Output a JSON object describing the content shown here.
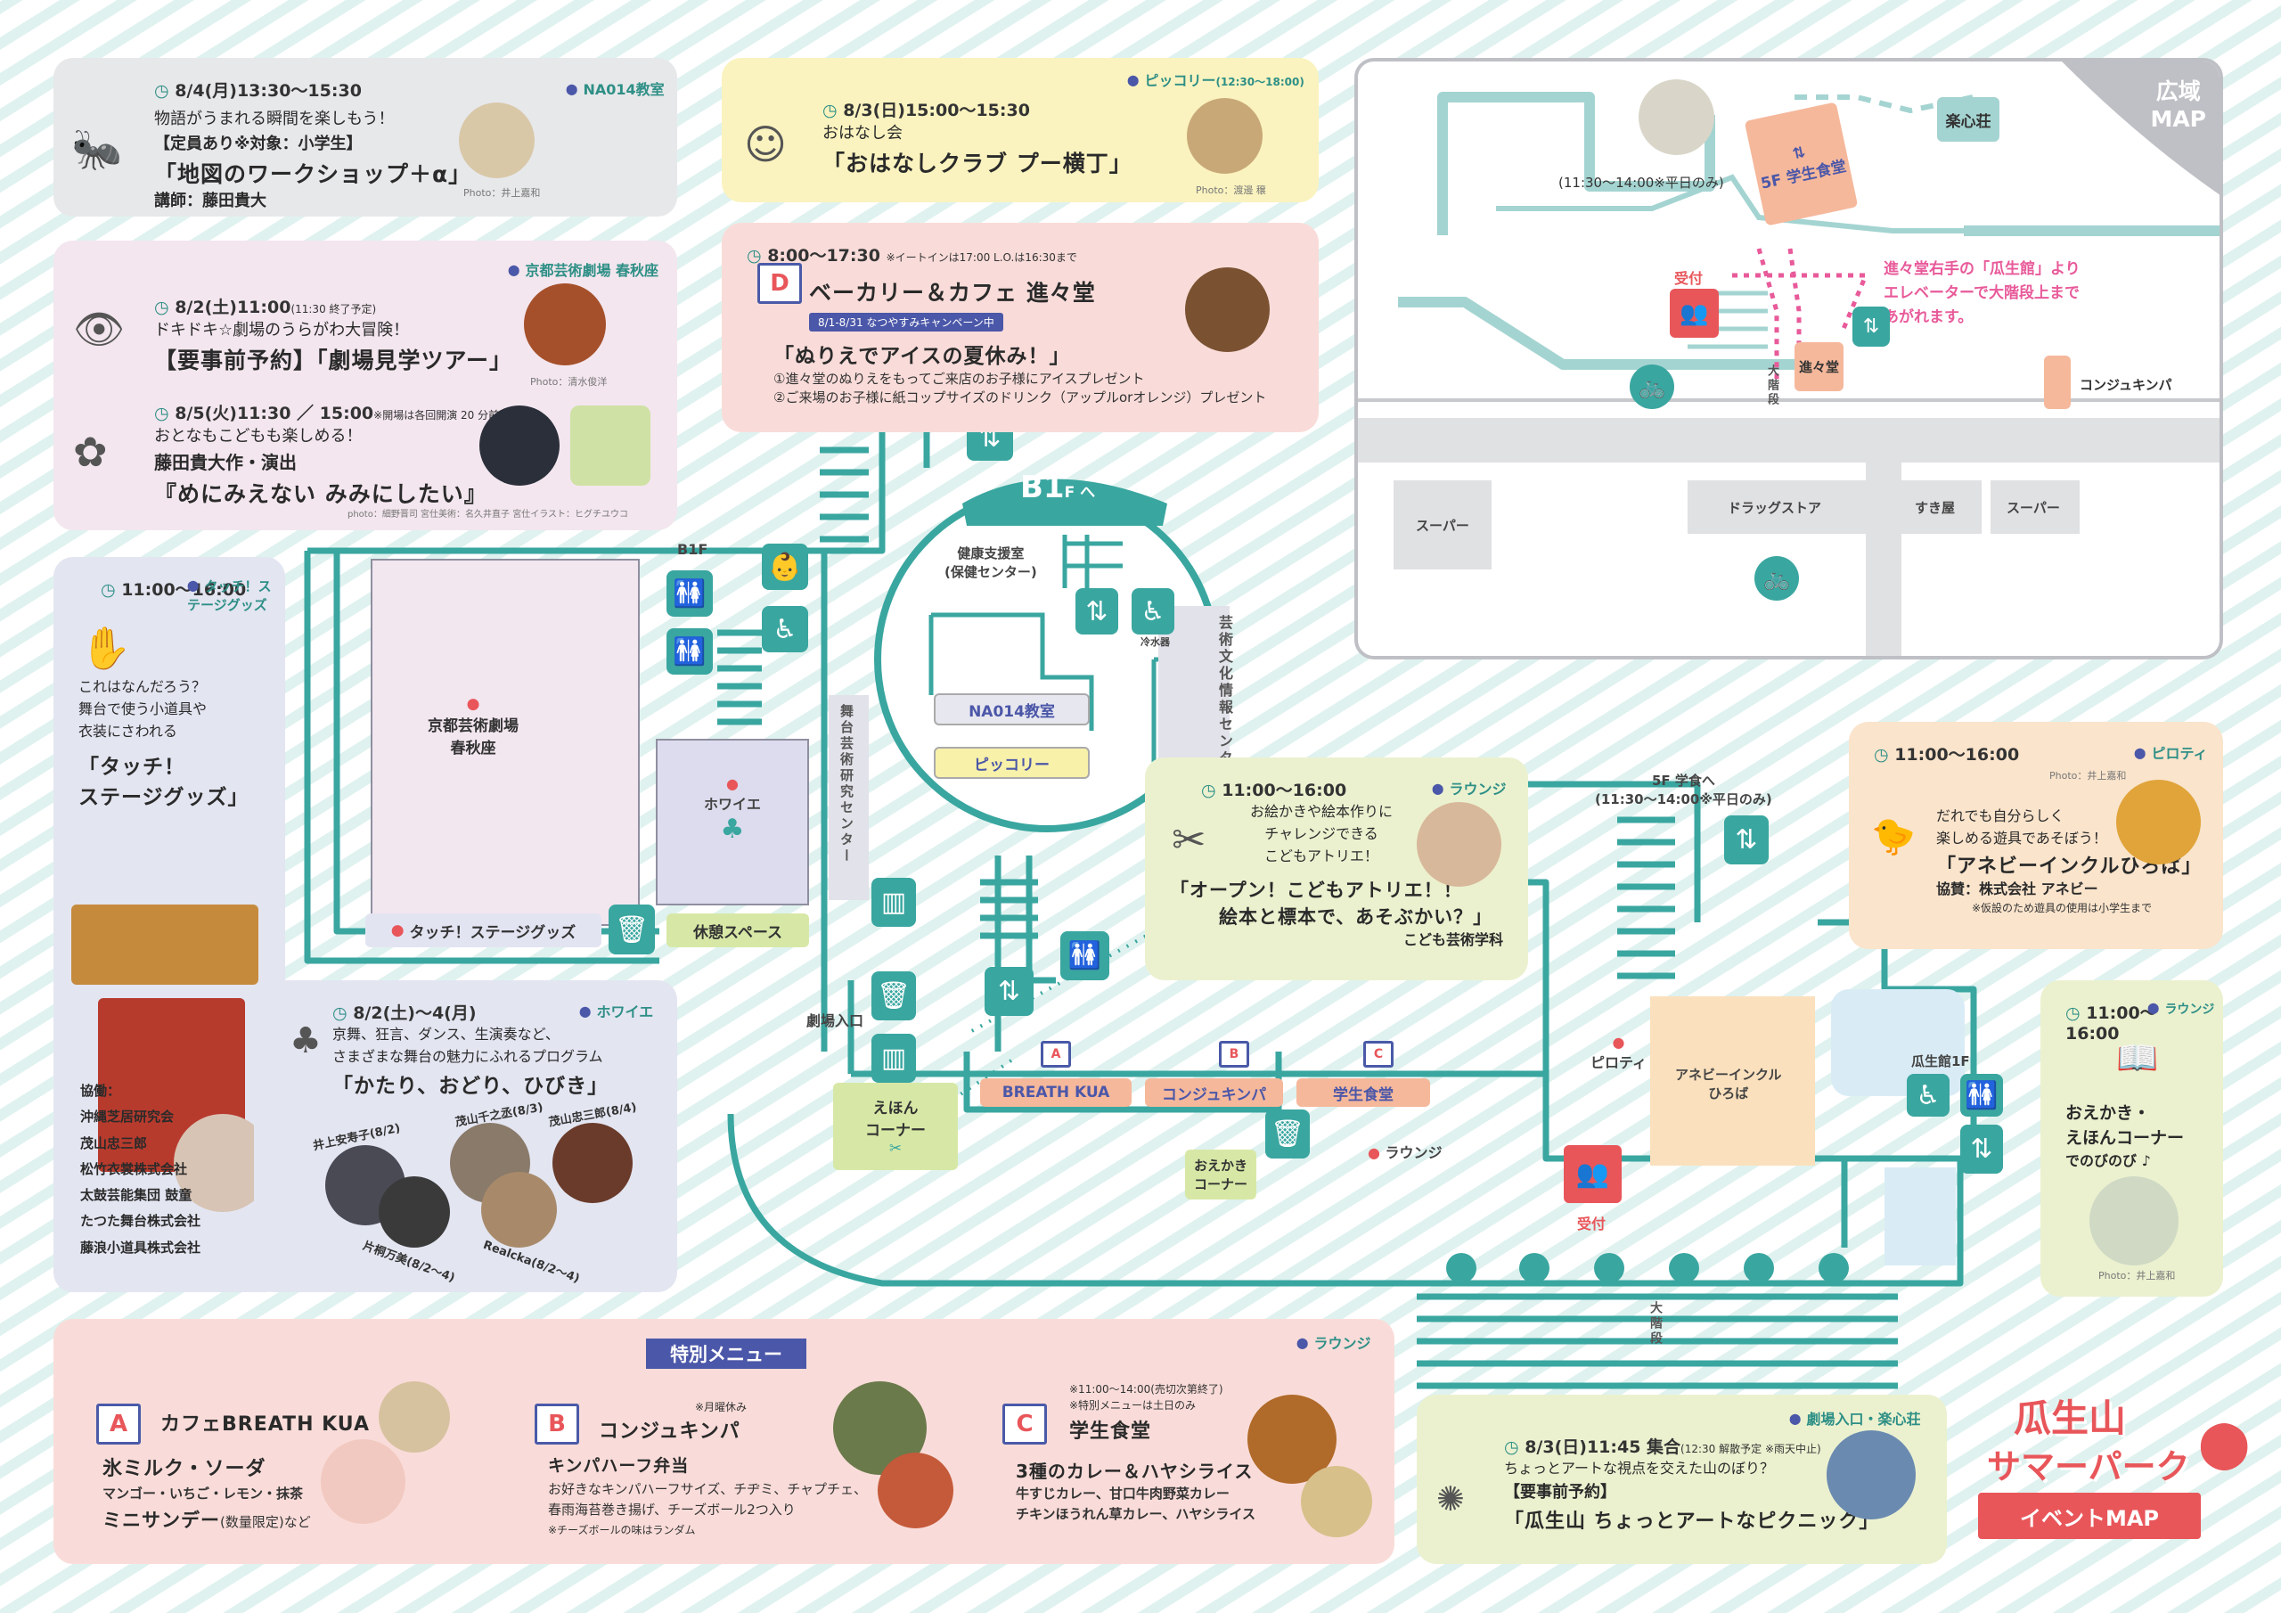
{
  "colors": {
    "teal": "#3aa6a0",
    "navy": "#4b57a8",
    "pink": "#e8565a",
    "orange": "#f4a58a"
  },
  "p1": {
    "time": "8/4(月)13:30～15:30",
    "loc": "NA014教室",
    "sub": "物語がうまれる瞬間を楽しもう！",
    "note": "【定員あり※対象：小学生】",
    "title": "「地図のワークショップ＋α」",
    "lead": "講師：藤田貴大",
    "credit": "Photo：井上嘉和"
  },
  "p2": {
    "time": "8/3(日)15:00～15:30",
    "loc": "ピッコリー",
    "loc_time": "(12:30～18:00)",
    "sub": "おはなし会",
    "title": "「おはなしクラブ プー横丁」",
    "credit": "Photo：渡邊 穣"
  },
  "p3": {
    "loc": "京都芸術劇場 春秋座",
    "time1": "8/2(土)11:00",
    "time1_note": "(11:30 終了予定)",
    "sub1": "ドキドキ☆劇場のうらがわ大冒険！",
    "title1": "【要事前予約】「劇場見学ツアー」",
    "credit1": "Photo：清水俊洋",
    "time2": "8/5(火)11:30 ／ 15:00",
    "time2_note": "※開場は各回開演 20 分前",
    "sub2": "おとなもこどもも楽しめる！",
    "lead2": "藤田貴大作・演出",
    "title2": "『めにみえない みみにしたい』",
    "credit2": "photo：細野晋司 宮仕美術：名久井直子 宮仕イラスト：ヒグチユウコ"
  },
  "p4": {
    "time": "8:00～17:30",
    "time_note": "※イートインは17:00 L.O.は16:30まで",
    "flag": "D",
    "title": "ベーカリー＆カフェ 進々堂",
    "campaign": "8/1-8/31 なつやすみキャンペーン中",
    "headline": "「ぬりえでアイスの夏休み！」",
    "line1": "①進々堂のぬりえをもってご来店のお子様にアイスプレゼント",
    "line2": "②ご来場のお子様に紙コップサイズのドリンク（アップルorオレンジ）プレゼント"
  },
  "p5": {
    "time": "11:00～16:00",
    "loc": "タッチ！ステージグッズ",
    "q1": "これはなんだろう？",
    "q2": "舞台で使う小道具や",
    "q3": "衣装にさわれる",
    "title1": "「タッチ！",
    "title2": "ステージグッズ」"
  },
  "p6": {
    "time": "8/2(土)～4(月)",
    "loc": "ホワイエ",
    "line1": "京舞、狂言、ダンス、生演奏など、",
    "line2": "さまざまな舞台の魅力にふれるプログラム",
    "title": "「かたり、おどり、ひびき」",
    "sponsor_label": "協働：",
    "sponsors": [
      "沖縄芝居研究会",
      "茂山忠三郎",
      "松竹衣裳株式会社",
      "太鼓芸能集団 鼓童",
      "たつた舞台株式会社",
      "藤浪小道具株式会社"
    ],
    "names": [
      "井上安寿子(8/2)",
      "茂山千之丞(8/3)",
      "茂山忠三郎(8/4)",
      "片桐万美(8/2～4)",
      "Realcka(8/2～4)"
    ]
  },
  "p7": {
    "time": "11:00～16:00",
    "loc": "ラウンジ",
    "l1": "お絵かきや絵本作りに",
    "l2": "チャレンジできる",
    "l3": "こどもアトリエ！",
    "title1": "「オープン！こどもアトリエ！！",
    "title2": "絵本と標本で、あそぶかい？」",
    "lead": "こども芸術学科"
  },
  "p8": {
    "time": "11:00～16:00",
    "loc": "ピロティ",
    "credit": "Photo：井上嘉和",
    "l1": "だれでも自分らしく",
    "l2": "楽しめる遊具であそぼう！",
    "title": "「アネビーインクルひろば」",
    "lead": "協賛：株式会社 アネビー",
    "note": "※仮設のため遊具の使用は小学生まで"
  },
  "p9": {
    "time": "11:00～16:00",
    "loc": "ラウンジ",
    "l1": "おえかき・",
    "l2": "えほんコーナー",
    "l3": "でのびのび ♪",
    "credit": "Photo：井上嘉和"
  },
  "menu": {
    "loc": "ラウンジ",
    "header": "特別メニュー",
    "a": {
      "flag": "A",
      "title": "カフェBREATH KUA",
      "l1": "氷ミルク・ソーダ",
      "l2": "マンゴー・いちご・レモン・抹茶",
      "l3": "ミニサンデー",
      "l3note": "(数量限定)など"
    },
    "b": {
      "flag": "B",
      "note": "※月曜休み",
      "title": "コンジュキンパ",
      "l1": "キンパハーフ弁当",
      "l2": "お好きなキンパハーフサイズ、チヂミ、チャプチェ、",
      "l3": "春雨海苔巻き揚げ、チーズボール2つ入り",
      "l4": "※チーズボールの味はランダム"
    },
    "c": {
      "flag": "C",
      "note1": "※11:00～14:00(売切次第終了)",
      "note2": "※特別メニューは土日のみ",
      "title": "学生食堂",
      "l1": "3種のカレー＆ハヤシライス",
      "l2": "牛すじカレー、甘口牛肉野菜カレー",
      "l3": "チキンほうれん草カレー、ハヤシライス"
    }
  },
  "p10": {
    "loc": "劇場入口・楽心荘",
    "time": "8/3(日)11:45 集合",
    "time_note": "(12:30 解散予定 ※雨天中止)",
    "sub": "ちょっとアートな視点を交えた山のぼり？",
    "note": "【要事前予約】",
    "title": "「瓜生山 ちょっとアートなピクニック」"
  },
  "logo": {
    "l1": "瓜生山",
    "l2": "サマーパーク",
    "ribbon": "イベントMAP"
  },
  "wide": {
    "title1": "広域",
    "title2": "MAP",
    "rakushin": "楽心荘",
    "cafeteria": "5F 学生食堂",
    "hours": "(11:30～14:00※平日のみ)",
    "desk": "受付",
    "note1": "進々堂右手の「瓜生館」より",
    "note2": "エレベーターで大階段上まで",
    "note3": "あがれます。",
    "shinshindo": "進々堂",
    "kimpa": "コンジュキンパ",
    "stairs": "大階段",
    "super1": "スーパー",
    "drug": "ドラッグストア",
    "sukiya": "すき屋",
    "super2": "スーパー"
  },
  "floor": {
    "b1": "B1",
    "b1_sub": "F へ",
    "health": "健康支援室",
    "health2": "(保健センター)",
    "na014": "NA014教室",
    "piccolie": "ピッコリー",
    "artinfo": "芸術文化情報センター",
    "stageinst": "舞台芸術研究センター",
    "b1f": "B1F",
    "theater1": "京都芸術劇場",
    "theater2": "春秋座",
    "foyer": "ホワイエ",
    "rest": "休憩スペース",
    "touch": "タッチ！ステージグッズ",
    "entrance": "劇場入口",
    "ehon1": "えほん",
    "ehon2": "コーナー",
    "breath": "BREATH KUA",
    "kimpa": "コンジュキンパ",
    "shokudo": "学生食堂",
    "oekaki1": "おえかき",
    "oekaki2": "コーナー",
    "lounge": "ラウンジ",
    "piloti": "ピロティ",
    "anebi1": "アネビーインクル",
    "anebi2": "ひろば",
    "uryu1f": "瓜生館1F",
    "desk": "受付",
    "stairs": "大階段",
    "to5f": "5F 学食へ",
    "to5f_hours": "(11:30～14:00※平日のみ)",
    "cooler": "冷水器",
    "fa": "A",
    "fb": "B",
    "fc": "C"
  }
}
